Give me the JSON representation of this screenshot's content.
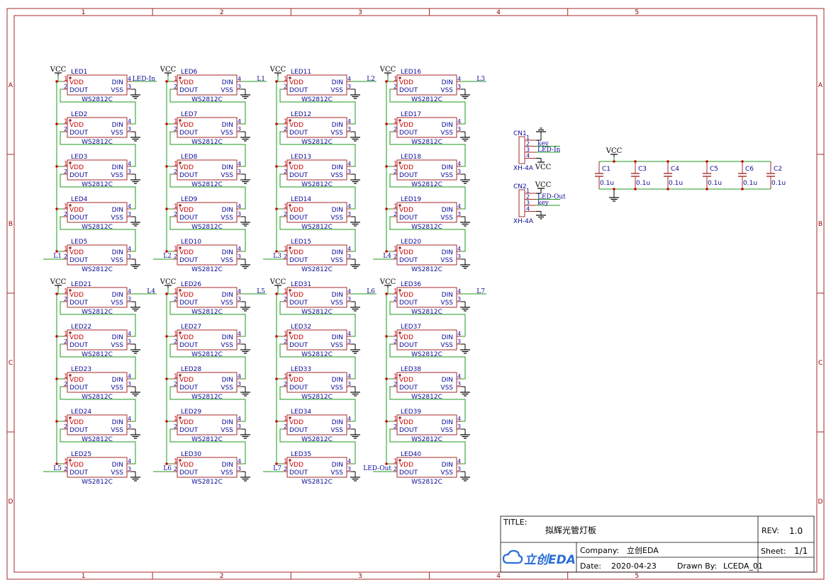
{
  "frame": {
    "cols": [
      "1",
      "2",
      "3",
      "4",
      "5"
    ],
    "rows": [
      "A",
      "B",
      "C",
      "D"
    ]
  },
  "led_part": "WS2812C",
  "led_pins": {
    "vdd": "VDD",
    "dout": "DOUT",
    "din": "DIN",
    "vss": "VSS"
  },
  "power_label": "VCC",
  "leds": [
    "LED1",
    "LED2",
    "LED3",
    "LED4",
    "LED5",
    "LED6",
    "LED7",
    "LED8",
    "LED9",
    "LED10",
    "LED11",
    "LED12",
    "LED13",
    "LED14",
    "LED15",
    "LED16",
    "LED17",
    "LED18",
    "LED19",
    "LED20",
    "LED21",
    "LED22",
    "LED23",
    "LED24",
    "LED25",
    "LED26",
    "LED27",
    "LED28",
    "LED29",
    "LED30",
    "LED31",
    "LED32",
    "LED33",
    "LED34",
    "LED35",
    "LED36",
    "LED37",
    "LED38",
    "LED39",
    "LED40"
  ],
  "din_nets": [
    [
      "LED-In",
      "L1",
      "L2",
      "L3"
    ],
    [
      "L4",
      "L5",
      "L6",
      "L7"
    ]
  ],
  "dout_nets": [
    [
      "L1",
      "L2",
      "L3",
      "L4"
    ],
    [
      "L5",
      "L6",
      "L7",
      "LED-Out"
    ]
  ],
  "connectors": [
    {
      "ref": "CN1",
      "type": "XH-4A",
      "pins": [
        "1",
        "2",
        "3",
        "4"
      ],
      "nets": [
        "",
        "key",
        "LED-In",
        "VCC"
      ]
    },
    {
      "ref": "CN2",
      "type": "XH-4A",
      "pins": [
        "1",
        "2",
        "3",
        "4"
      ],
      "nets": [
        "VCC",
        "LED-Out",
        "key",
        ""
      ]
    }
  ],
  "capacitors": [
    {
      "ref": "C1",
      "value": "0.1u"
    },
    {
      "ref": "C3",
      "value": "0.1u"
    },
    {
      "ref": "C4",
      "value": "0.1u"
    },
    {
      "ref": "C5",
      "value": "0.1u"
    },
    {
      "ref": "C6",
      "value": "0.1u"
    },
    {
      "ref": "C2",
      "value": "0.1u"
    }
  ],
  "title_block": {
    "title_label": "TITLE:",
    "title": "拟辉光管灯板",
    "rev_label": "REV:",
    "rev": "1.0",
    "company_label": "Company:",
    "company": "立创EDA",
    "sheet_label": "Sheet:",
    "sheet": "1/1",
    "date_label": "Date:",
    "date": "2020-04-23",
    "drawn_by_label": "Drawn By:",
    "drawn_by": "LCEDA_01",
    "logo_text": "立创EDA"
  }
}
